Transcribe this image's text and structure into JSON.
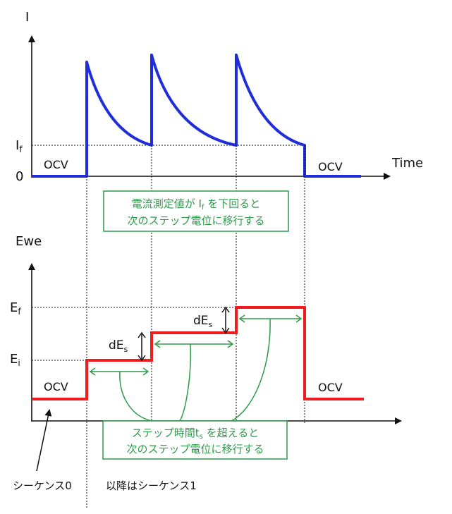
{
  "current_plot": {
    "y_axis_label": "I",
    "x_axis_label": "Time",
    "tick_if_main": "I",
    "tick_if_sub": "f",
    "tick_zero": "0",
    "ocv_left": "OCV",
    "ocv_right": "OCV",
    "line_color": "#1f2ed8"
  },
  "note_current": {
    "line1_a": "電流測定値が",
    "line1_i": "I",
    "line1_sub": "f",
    "line1_b": "を下回ると",
    "line2": "次のステップ電位に移行する"
  },
  "potential_plot": {
    "y_axis_label": "Ewe",
    "tick_ef_main": "E",
    "tick_ef_sub": "f",
    "tick_ei_main": "E",
    "tick_ei_sub": "i",
    "des_main": "dE",
    "des_sub": "s",
    "ocv_left": "OCV",
    "ocv_right": "OCV",
    "line_color": "#ee1c1c"
  },
  "note_step": {
    "line1_a": "ステップ時間t",
    "line1_sub": "s",
    "line1_b": "を超えると",
    "line2": "次のステップ電位に移行する"
  },
  "annotations": {
    "sequence0": "シーケンス0",
    "sequence1": "以降はシーケンス1"
  },
  "accent_color": "#2e9a4a"
}
